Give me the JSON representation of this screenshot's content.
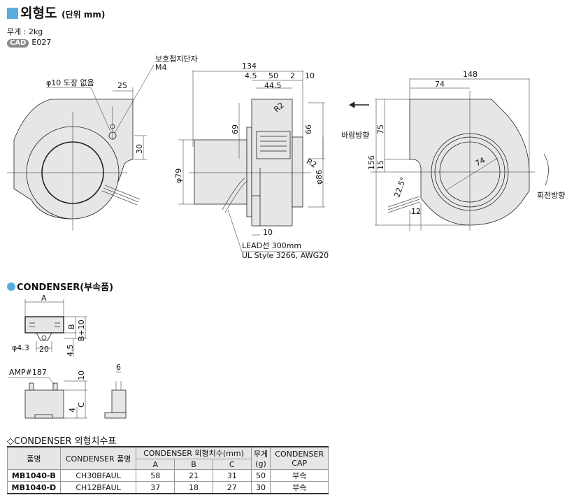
{
  "header": {
    "title": "외형도",
    "unit": "(단위 mm)",
    "weight": "무게 : 2kg",
    "cad_badge": "CAD",
    "cad_code": "E027"
  },
  "colors": {
    "accent": "#5aace0",
    "part_fill": "#e6e6e6"
  },
  "front": {
    "ground": "보호접지단자",
    "m4": "M4",
    "phi10": "φ10 도장 없음",
    "d25": "25",
    "d30": "30"
  },
  "side": {
    "d134": "134",
    "d4_5": "4.5",
    "d50": "50",
    "d2": "2",
    "d10a": "10",
    "d44_5": "44.5",
    "d69": "69",
    "d66": "66",
    "r2a": "R2",
    "r2b": "R2",
    "phi79": "φ79",
    "phi86": "φ86",
    "d10b": "10",
    "lead1": "LEAD선 300mm",
    "lead2": "UL Style 3266, AWG20"
  },
  "rear": {
    "d148": "148",
    "d74a": "74",
    "d75": "75",
    "d156": "156",
    "d15": "15",
    "d74b": "74",
    "d22_5": "22.5°",
    "d12": "12",
    "wind": "바람방향",
    "rotation": "회전방향",
    "arrow_icon": "arrow-left"
  },
  "condenser": {
    "title": "CONDENSER(부속품)",
    "A": "A",
    "B": "B",
    "B10": "B+10",
    "phi4_3": "φ4.3",
    "d20": "20",
    "d4_5": "4.5",
    "amp": "AMP#187",
    "d10": "10",
    "d4": "4",
    "C": "C",
    "d6": "6"
  },
  "table": {
    "title": "◇CONDENSER 외형치수표",
    "headers": {
      "model": "품명",
      "cond_model": "CONDENSER 품명",
      "dims": "CONDENSER 외형치수(mm)",
      "A": "A",
      "B": "B",
      "C": "C",
      "weight": "무게\n(g)",
      "weight1": "무게",
      "weight2": "(g)",
      "cap1": "CONDENSER",
      "cap2": "CAP"
    },
    "rows": [
      {
        "model": "MB1040-B",
        "cond": "CH30BFAUL",
        "A": "58",
        "B": "21",
        "C": "31",
        "weight": "50",
        "cap": "부속"
      },
      {
        "model": "MB1040-D",
        "cond": "CH12BFAUL",
        "A": "37",
        "B": "18",
        "C": "27",
        "weight": "30",
        "cap": "부속"
      }
    ]
  }
}
